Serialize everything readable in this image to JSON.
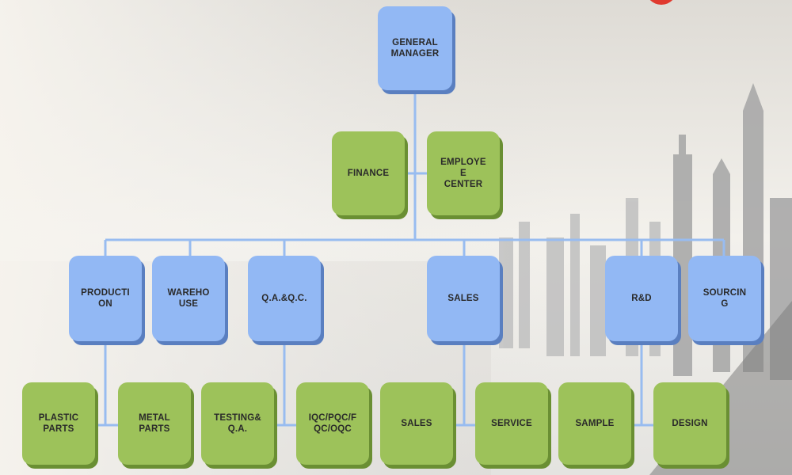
{
  "org_chart": {
    "top": {
      "label": "GENERAL\nMANAGER"
    },
    "staff": [
      {
        "label": "FINANCE"
      },
      {
        "label": "EMPLOYE\nE\nCENTER"
      }
    ],
    "departments": [
      {
        "label": "PRODUCTI\nON"
      },
      {
        "label": "WAREHO\nUSE"
      },
      {
        "label": "Q.A.&Q.C."
      },
      {
        "label": "SALES"
      },
      {
        "label": "R&D"
      },
      {
        "label": "SOURCIN\nG"
      }
    ],
    "sub_units": [
      {
        "label": "PLASTIC\nPARTS"
      },
      {
        "label": "METAL\nPARTS"
      },
      {
        "label": "TESTING&\nQ.A."
      },
      {
        "label": "IQC/PQC/F\nQC/OQC"
      },
      {
        "label": "SALES"
      },
      {
        "label": "SERVICE"
      },
      {
        "label": "SAMPLE"
      },
      {
        "label": "DESIGN"
      }
    ]
  },
  "colors": {
    "department_fill": "#92b8f4",
    "unit_fill": "#9dc25a",
    "connector": "#98bcf0"
  }
}
